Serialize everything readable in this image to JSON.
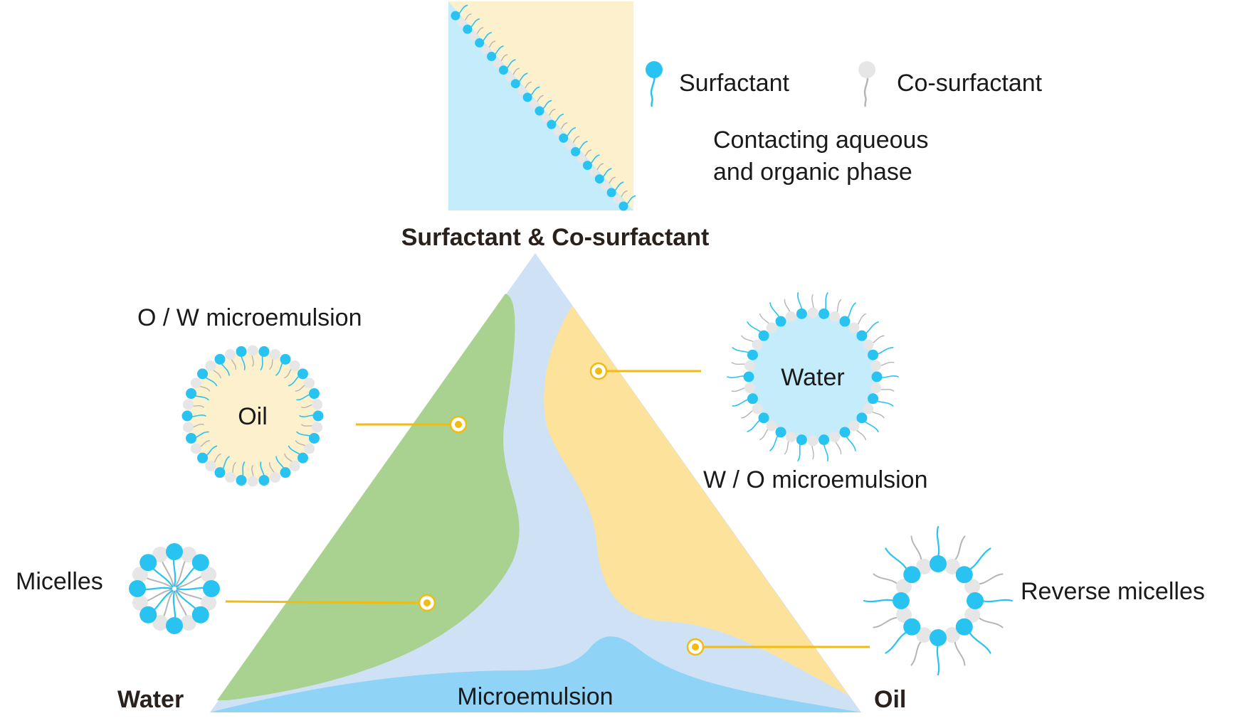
{
  "legend": {
    "surfactant": "Surfactant",
    "cosurfactant": "Co-surfactant",
    "phase_line1": "Contacting aqueous",
    "phase_line2": "and organic phase"
  },
  "triangle": {
    "top_vertex": "Surfactant & Co-surfactant",
    "left_vertex": "Water",
    "right_vertex": "Oil",
    "bottom_region": "Microemulsion"
  },
  "structures": {
    "ow_title": "O / W microemulsion",
    "ow_core": "Oil",
    "wo_core": "Water",
    "wo_title": "W / O microemulsion",
    "micelles": "Micelles",
    "reverse_micelles": "Reverse micelles"
  },
  "colors": {
    "surfactant_blue": "#29c3f2",
    "cosurfactant_gray": "#e6e6e6",
    "tail_gray": "#b5b5b5",
    "aqueous_blue": "#c4ecfb",
    "organic_cream": "#fdf0cc",
    "triangle_base": "#cfe2f5",
    "ow_green": "#a9d18f",
    "wo_yellow": "#fde29b",
    "bottom_blue": "#8fd3f7",
    "connector": "#f2bb0f"
  }
}
